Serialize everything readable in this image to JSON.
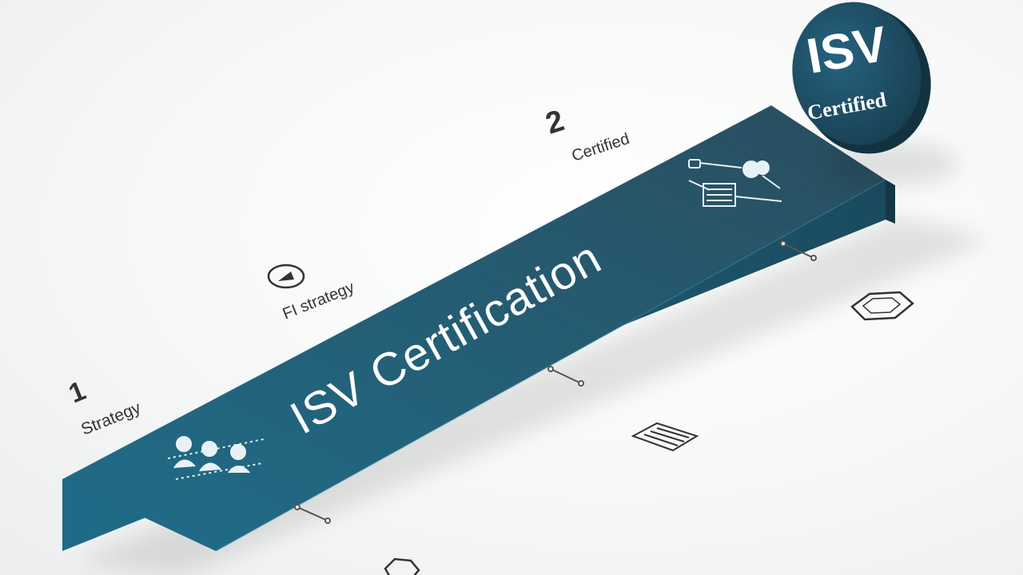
{
  "steps": [
    {
      "number": "1",
      "label": "Strategy",
      "icon": "team-icon"
    },
    {
      "number": "",
      "label": "FI strategy",
      "icon": "target-icon"
    },
    {
      "number": "2",
      "label": "Certified",
      "icon": "workflow-icon"
    }
  ],
  "bar": {
    "title": "ISV Certification"
  },
  "badge": {
    "main": "ISV",
    "sub": "Certified"
  },
  "floating_icons": [
    "hexagon-icon",
    "document-icon",
    "hexagon-outline-icon"
  ],
  "colors": {
    "bar_top": "#1f6d8a",
    "bar_top_end": "#2a4d5e",
    "bar_front": "#1d6582",
    "bar_side": "#1a4251",
    "badge": "#1f5773",
    "background": "#f4f5f5",
    "text": "#ffffff"
  }
}
